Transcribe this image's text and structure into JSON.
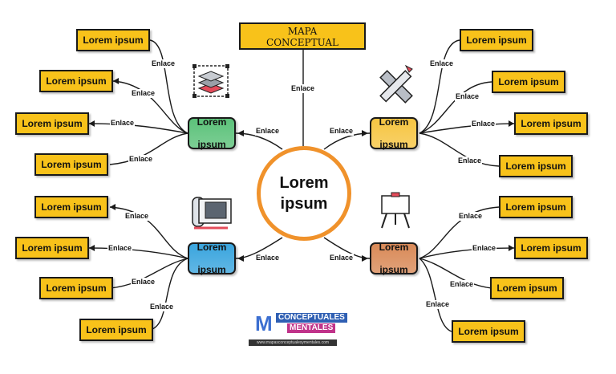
{
  "title": {
    "line1": "MAPA",
    "line2": "CONCEPTUAL"
  },
  "center": {
    "line1": "Lorem",
    "line2": "ipsum"
  },
  "link_label": "Enlace",
  "hubs": {
    "top_left": {
      "line1": "Lorem",
      "line2": "ipsum",
      "color": "#5cc27a"
    },
    "top_right": {
      "line1": "Lorem",
      "line2": "ipsum",
      "color": "#f6c542"
    },
    "bottom_left": {
      "line1": "Lorem",
      "line2": "ipsum",
      "color": "#3aa5de"
    },
    "bottom_right": {
      "line1": "Lorem",
      "line2": "ipsum",
      "color": "#d98a58"
    }
  },
  "leaves": {
    "top_left": [
      "Lorem ipsum",
      "Lorem ipsum",
      "Lorem ipsum",
      "Lorem ipsum"
    ],
    "top_right": [
      "Lorem ipsum",
      "Lorem ipsum",
      "Lorem ipsum",
      "Lorem ipsum"
    ],
    "bottom_left": [
      "Lorem ipsum",
      "Lorem ipsum",
      "Lorem ipsum",
      "Lorem ipsum"
    ],
    "bottom_right": [
      "Lorem ipsum",
      "Lorem ipsum",
      "Lorem ipsum",
      "Lorem ipsum"
    ]
  },
  "icons": {
    "top_left": "layers-icon",
    "top_right": "ruler-pencil-icon",
    "bottom_left": "blueprint-calculator-icon",
    "bottom_right": "easel-icon"
  },
  "logo": {
    "line1": "CONCEPTUALES",
    "line2": "MENTALES",
    "letter": "M",
    "url": "www.mapasconceptualesymentales.com"
  },
  "colors": {
    "leaf": "#f8c21a",
    "center_border": "#f0922b",
    "line": "#1a1a1a"
  }
}
